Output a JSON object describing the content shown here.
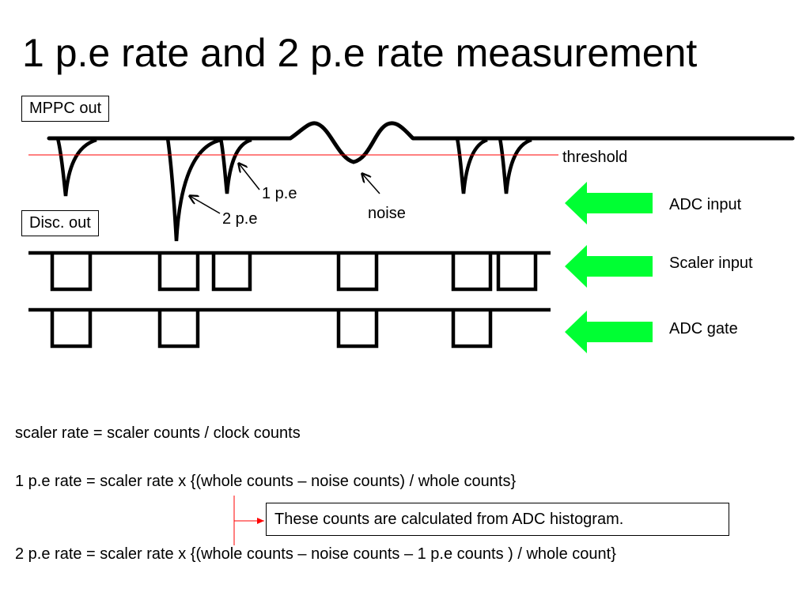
{
  "title": "1 p.e rate and 2 p.e rate measurement",
  "labels": {
    "mppc_out": "MPPC out",
    "disc_out": "Disc. out",
    "threshold": "threshold",
    "one_pe": "1 p.e",
    "two_pe": "2 p.e",
    "noise": "noise",
    "adc_input": "ADC input",
    "scaler_input": "Scaler input",
    "adc_gate": "ADC gate"
  },
  "colors": {
    "arrow_fill": "#00ff33",
    "threshold_line": "#ff0000",
    "trace": "#000000"
  },
  "equations": {
    "scaler_rate": "scaler rate = scaler counts / clock counts",
    "one_pe_rate": "1 p.e rate = scaler rate x {(whole counts – noise counts) / whole counts}",
    "two_pe_rate": "2 p.e rate = scaler rate x {(whole counts – noise counts – 1 p.e counts ) / whole count}"
  },
  "note": "These counts are calculated from ADC histogram."
}
